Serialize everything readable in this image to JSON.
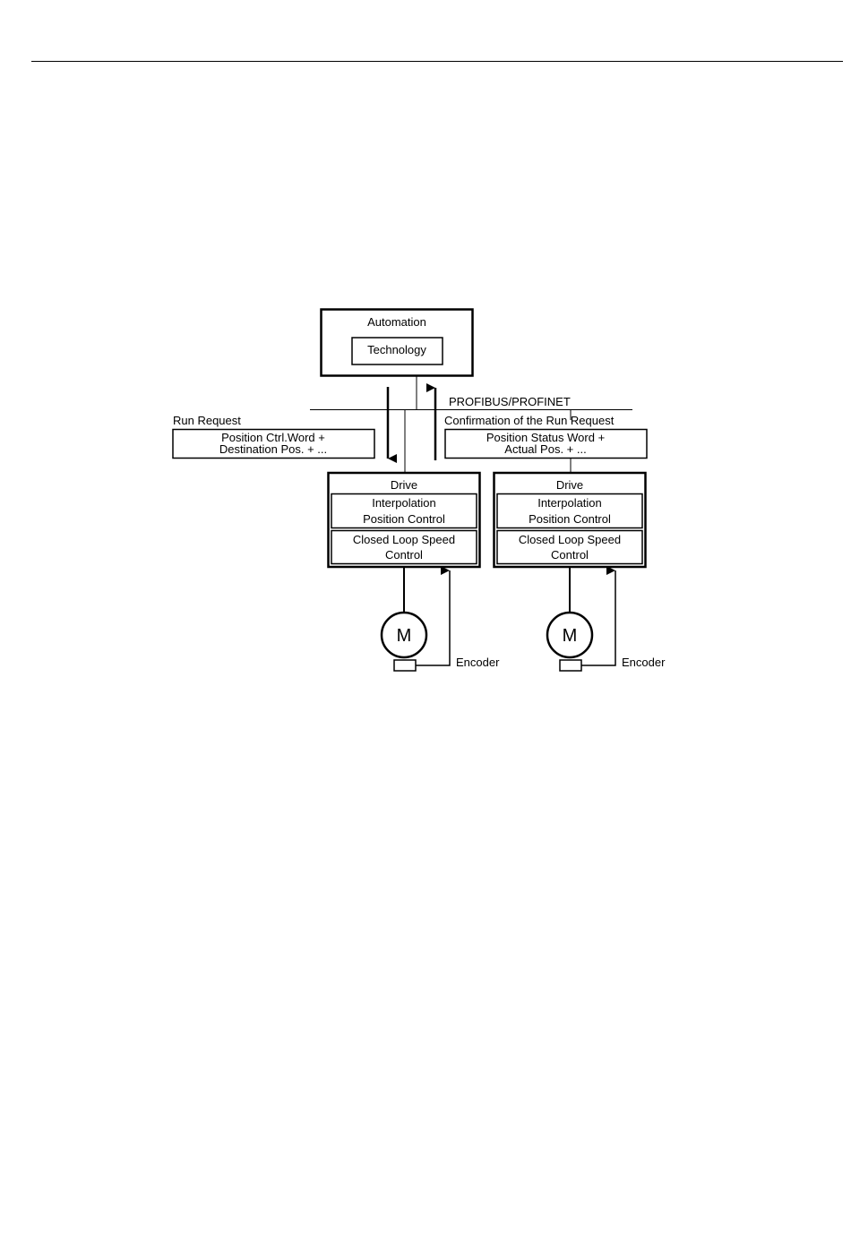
{
  "automation": {
    "title": "Automation",
    "technology": "Technology"
  },
  "bus": {
    "label": "PROFIBUS/PROFINET"
  },
  "run_request": {
    "label": "Run Request",
    "line1": "Position Ctrl.Word +",
    "line2": "Destination Pos. + ..."
  },
  "confirmation": {
    "label": "Confirmation of the Run Request",
    "line1": "Position Status Word +",
    "line2": "Actual Pos. + ..."
  },
  "drives": [
    {
      "title": "Drive",
      "interp_line1": "Interpolation",
      "interp_line2": "Position Control",
      "speed_line1": "Closed Loop Speed",
      "speed_line2": "Control",
      "motor": "M",
      "encoder": "Encoder"
    },
    {
      "title": "Drive",
      "interp_line1": "Interpolation",
      "interp_line2": "Position Control",
      "speed_line1": "Closed Loop Speed",
      "speed_line2": "Control",
      "motor": "M",
      "encoder": "Encoder"
    }
  ]
}
